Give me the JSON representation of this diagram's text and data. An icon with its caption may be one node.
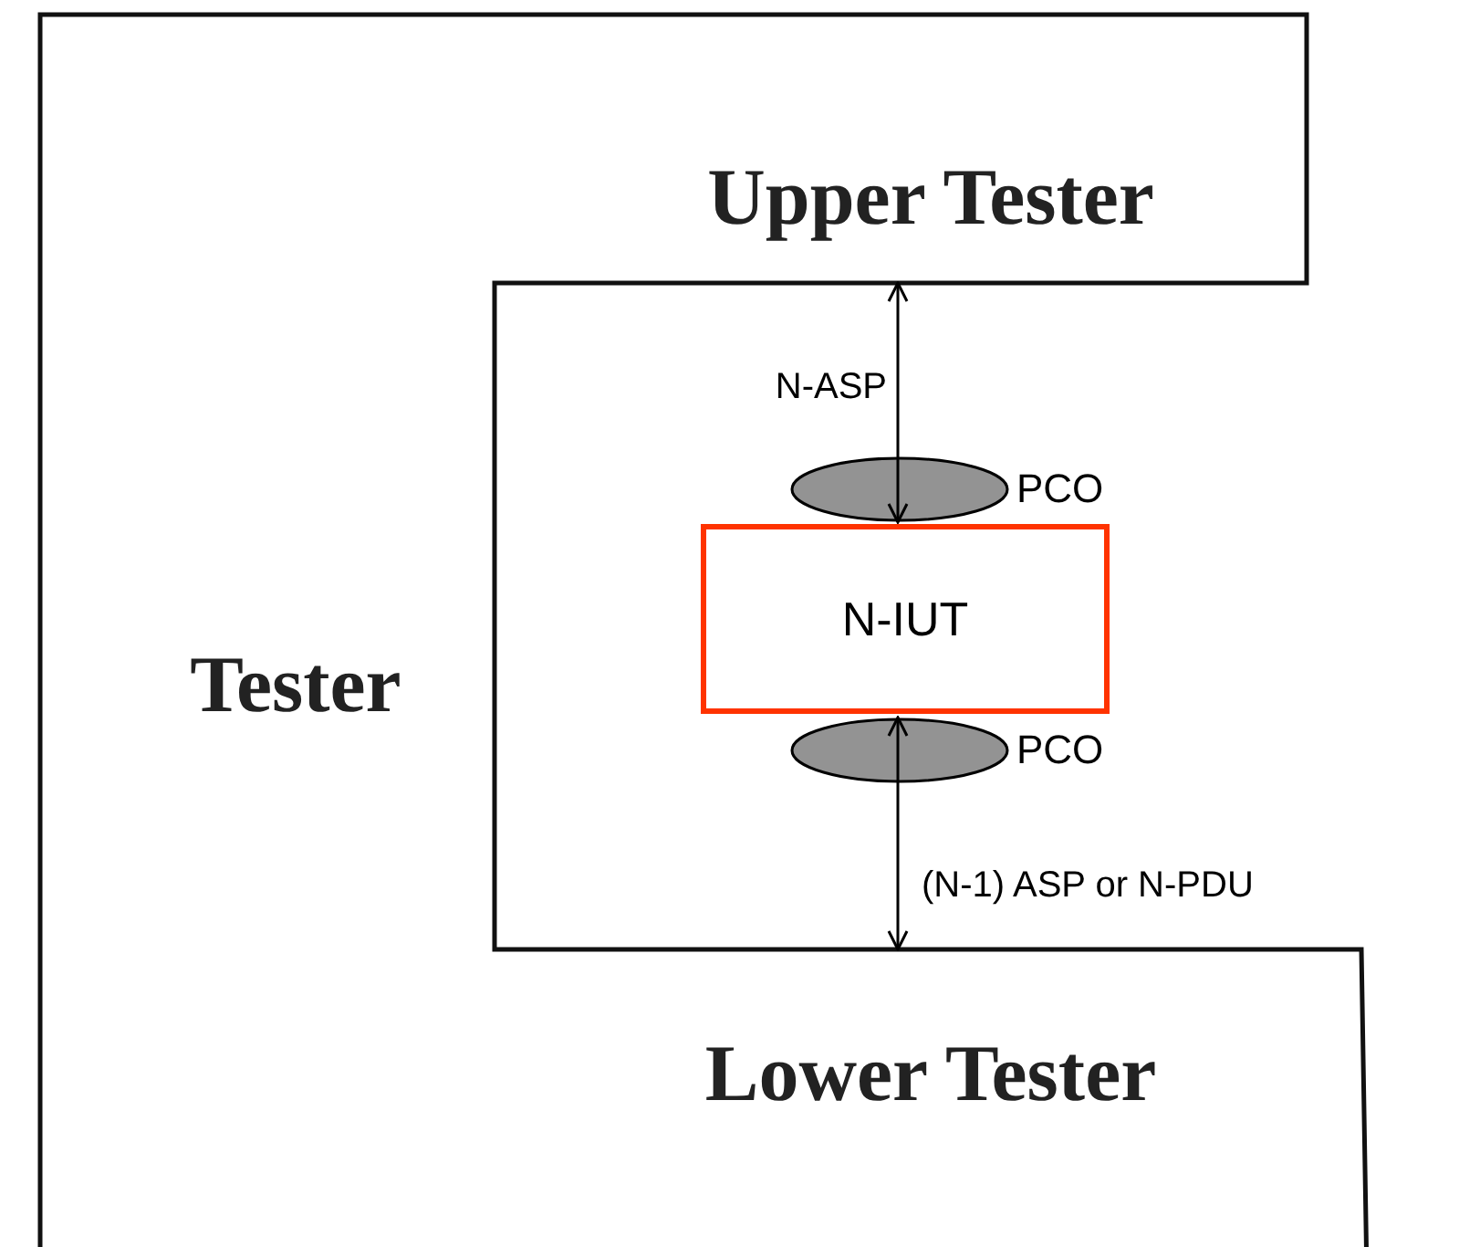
{
  "diagram": {
    "nodes": [
      {
        "text": [
          "Upper Tester",
          "Tester",
          "Lower Tester"
        ]
      },
      {
        "text": [],
        "shape": "ellipse",
        "beside": [
          "PCO"
        ]
      },
      {
        "text": [
          "N-IUT"
        ]
      },
      {
        "text": [],
        "shape": "ellipse",
        "beside": [
          "PCO"
        ]
      }
    ],
    "edges": [
      {
        "from": 0,
        "to": 1,
        "arrow": "both",
        "label": "N-ASP"
      },
      {
        "from": 3,
        "to": 0,
        "arrow": "both",
        "label": "(N-1) ASP or N-PDU"
      }
    ]
  }
}
